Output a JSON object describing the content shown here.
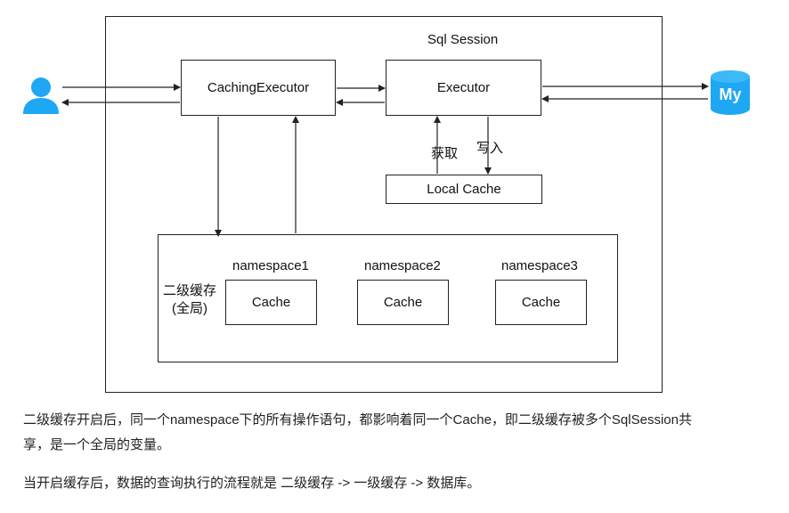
{
  "diagram": {
    "session_title": "Sql Session",
    "caching_executor": "CachingExecutor",
    "executor": "Executor",
    "local_cache": "Local Cache",
    "get_label": "获取",
    "write_label": "写入",
    "second_level_label_line1": "二级缓存",
    "second_level_label_line2": "(全局)",
    "namespaces": [
      {
        "name": "namespace1",
        "cache": "Cache"
      },
      {
        "name": "namespace2",
        "cache": "Cache"
      },
      {
        "name": "namespace3",
        "cache": "Cache"
      }
    ],
    "icons": {
      "user": "user-icon",
      "database": "mysql-database-icon"
    },
    "colors": {
      "icon_blue": "#1ea7f3",
      "line": "#222222"
    }
  },
  "text": {
    "para1_line1": "二级缓存开启后，同一个namespace下的所有操作语句，都影响着同一个Cache，即二级缓存被多个SqlSession共",
    "para1_line2": "享，是一个全局的变量。",
    "para2": "当开启缓存后，数据的查询执行的流程就是 二级缓存 -> 一级缓存 -> 数据库。"
  }
}
